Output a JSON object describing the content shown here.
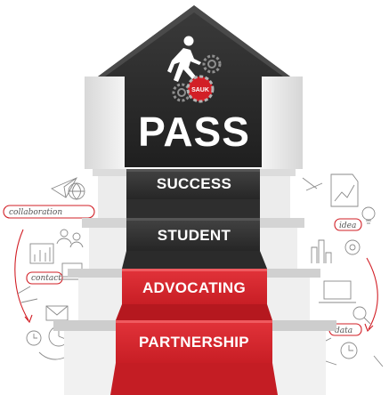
{
  "logo": {
    "text": "SAUK"
  },
  "title": "PASS",
  "steps": [
    {
      "label": "SUCCESS"
    },
    {
      "label": "STUDENT"
    },
    {
      "label": "ADVOCATING"
    },
    {
      "label": "PARTNERSHIP"
    }
  ],
  "doodle_words": {
    "collaboration": "collaboration",
    "contact": "contact",
    "idea": "idea",
    "data": "data"
  },
  "icons": [
    "walking-person-icon",
    "gear-icon",
    "envelope-icon",
    "pie-chart-icon",
    "bar-chart-icon",
    "lightbulb-icon",
    "laptop-icon",
    "magnifier-icon",
    "paper-plane-icon",
    "globe-icon",
    "clock-icon",
    "people-icon"
  ],
  "colors": {
    "dark": "#2b2b2b",
    "dark_step": "#3a3a3a",
    "red": "#d6262d",
    "stair_light": "#e9e9e9",
    "stair_shadow": "#c9c9c9"
  }
}
